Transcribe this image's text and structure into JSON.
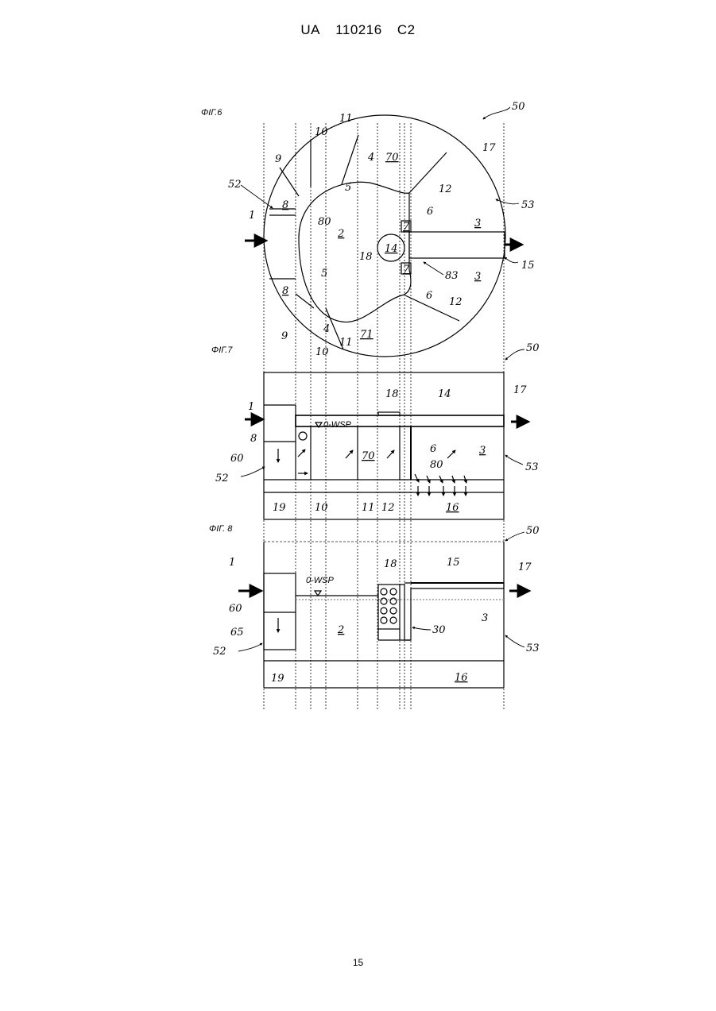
{
  "header": {
    "office": "UA",
    "number": "110216",
    "kind": "C2"
  },
  "page_number": "15",
  "figures": [
    {
      "title": "ΦΙГ.6",
      "labels": [
        "50",
        "52",
        "53",
        "1",
        "8",
        "8",
        "9",
        "9",
        "10",
        "10",
        "11",
        "11",
        "4",
        "4",
        "5",
        "5",
        "70",
        "71",
        "17",
        "12",
        "12",
        "6",
        "6",
        "7",
        "7",
        "3",
        "3",
        "2",
        "14",
        "18",
        "80",
        "83",
        "15"
      ]
    },
    {
      "title": "ΦΙГ.7",
      "water_level": "0-WSP",
      "labels": [
        "50",
        "17",
        "1",
        "18",
        "14",
        "8",
        "60",
        "52",
        "70",
        "3",
        "53",
        "6",
        "80",
        "19",
        "10",
        "11",
        "12",
        "16"
      ]
    },
    {
      "title": "ΦΙГ. 8",
      "water_level": "0-WSP",
      "labels": [
        "50",
        "1",
        "18",
        "15",
        "17",
        "60",
        "65",
        "52",
        "2",
        "30",
        "3",
        "53",
        "19",
        "16"
      ]
    }
  ],
  "colors": {
    "ink": "#000000",
    "paper": "#ffffff",
    "rule": "#555555"
  }
}
